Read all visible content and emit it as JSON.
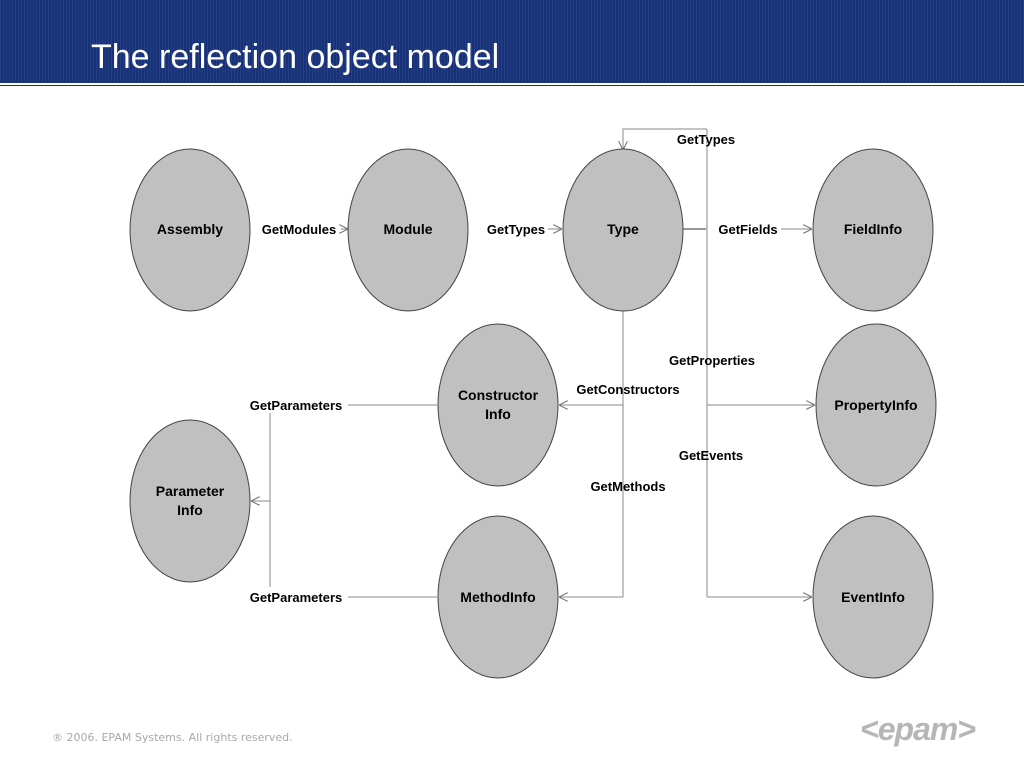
{
  "slide": {
    "title": "The reflection object model",
    "footer": "® 2006. EPAM Systems. All rights reserved.",
    "logo_text": "<epam>"
  },
  "colors": {
    "header_bg": "#18327a",
    "node_fill": "#c0c0c0",
    "node_stroke": "#444444",
    "edge_stroke": "#8a8a8a"
  },
  "nodes": {
    "assembly": "Assembly",
    "module": "Module",
    "type": "Type",
    "fieldinfo": "FieldInfo",
    "constructorinfo_line1": "Constructor",
    "constructorinfo_line2": "Info",
    "propertyinfo": "PropertyInfo",
    "parameterinfo_line1": "Parameter",
    "parameterinfo_line2": "Info",
    "methodinfo": "MethodInfo",
    "eventinfo": "EventInfo"
  },
  "edges": {
    "gettypes_top": "GetTypes",
    "getmodules": "GetModules",
    "gettypes": "GetTypes",
    "getfields": "GetFields",
    "getproperties": "GetProperties",
    "getconstructors": "GetConstructors",
    "getparameters_ctor": "GetParameters",
    "getevents": "GetEvents",
    "getmethods": "GetMethods",
    "getparameters_method": "GetParameters"
  }
}
